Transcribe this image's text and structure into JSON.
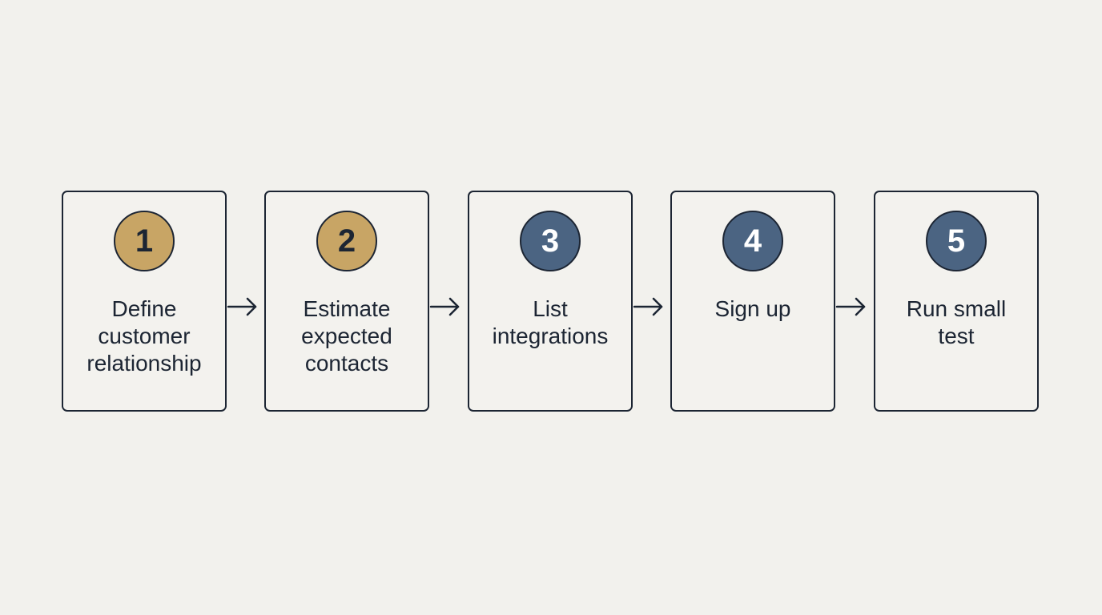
{
  "colors": {
    "background": "#f2f1ed",
    "outline": "#1c2533",
    "gold": "#c8a565",
    "navy": "#4b6482",
    "badge_text_dark": "#1c2533",
    "badge_text_light": "#ffffff"
  },
  "steps": [
    {
      "number": "1",
      "label": "Define\ncustomer\nrelationship",
      "badge_color": "gold"
    },
    {
      "number": "2",
      "label": "Estimate\nexpected\ncontacts",
      "badge_color": "gold"
    },
    {
      "number": "3",
      "label": "List\nintegrations",
      "badge_color": "navy"
    },
    {
      "number": "4",
      "label": "Sign up",
      "badge_color": "navy"
    },
    {
      "number": "5",
      "label": "Run small\ntest",
      "badge_color": "navy"
    }
  ],
  "connectors": [
    {
      "from": "1",
      "to": "2",
      "icon": "right-arrow-icon"
    },
    {
      "from": "2",
      "to": "3",
      "icon": "right-arrow-icon"
    },
    {
      "from": "3",
      "to": "4",
      "icon": "right-arrow-icon"
    },
    {
      "from": "4",
      "to": "5",
      "icon": "right-arrow-icon"
    }
  ]
}
